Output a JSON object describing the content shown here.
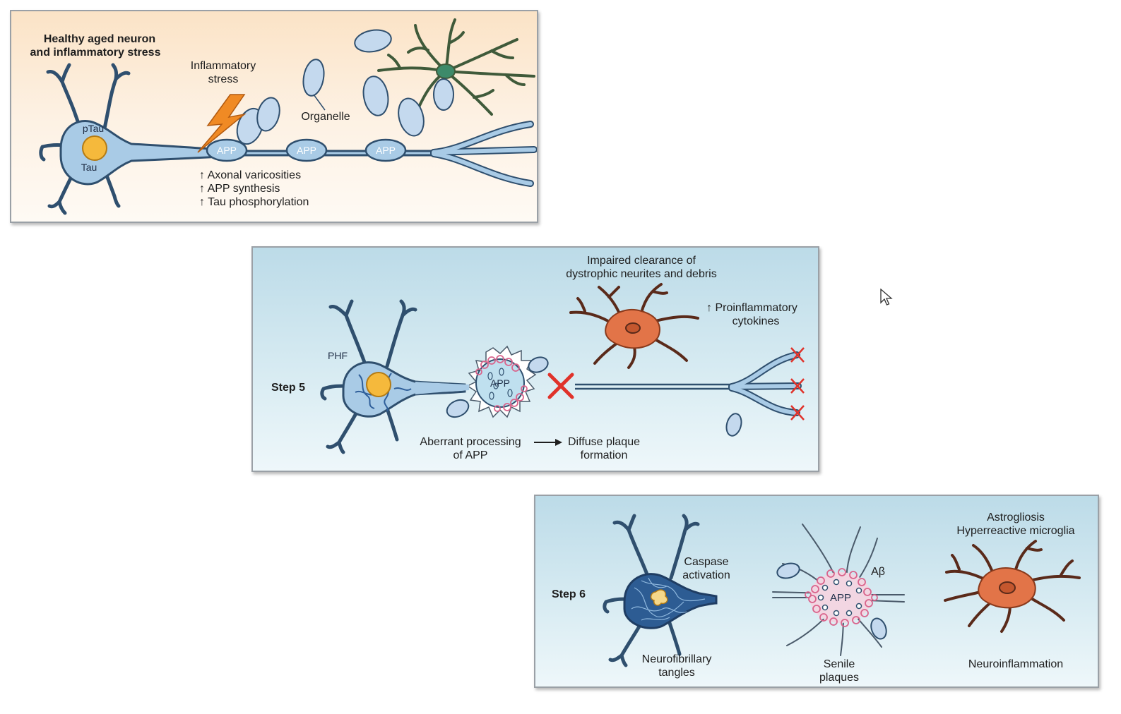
{
  "panel1": {
    "title_line1": "Healthy aged neuron",
    "title_line2": "and inflammatory stress",
    "stress_line1": "Inflammatory",
    "stress_line2": "stress",
    "organelle": "Organelle",
    "ptau": "pTau",
    "tau": "Tau",
    "app_labels": [
      "APP",
      "APP",
      "APP"
    ],
    "changes": [
      "↑ Axonal varicosities",
      "↑ APP synthesis",
      "↑ Tau phosphorylation"
    ]
  },
  "panel2": {
    "step": "Step 5",
    "phf": "PHF",
    "app": "APP",
    "clearance_line1": "Impaired clearance of",
    "clearance_line2": "dystrophic neurites and debris",
    "cytokines_line1": "↑ Proinflammatory",
    "cytokines_line2": "cytokines",
    "aberrant_line1": "Aberrant processing",
    "aberrant_line2": "of APP",
    "diffuse_line1": "Diffuse plaque",
    "diffuse_line2": "formation"
  },
  "panel3": {
    "step": "Step 6",
    "caspase_line1": "Caspase",
    "caspase_line2": "activation",
    "abeta": "Aβ",
    "app": "APP",
    "astro_line1": "Astrogliosis",
    "astro_line2": "Hyperreactive microglia",
    "tangles_line1": "Neurofibrillary",
    "tangles_line2": "tangles",
    "senile_line1": "Senile",
    "senile_line2": "plaques",
    "neuroinflammation": "Neuroinflammation"
  },
  "colors": {
    "neuron": "#a9cbe6",
    "neuron_dark": "#4a78a6",
    "nucleus": "#f5b93c",
    "organelle": "#c4d9ee",
    "astrocyte": "#3f5a3a",
    "microglia": "#e27448",
    "plaque": "#d9648c",
    "cross": "#e0322a",
    "lightning": "#f08a24"
  }
}
